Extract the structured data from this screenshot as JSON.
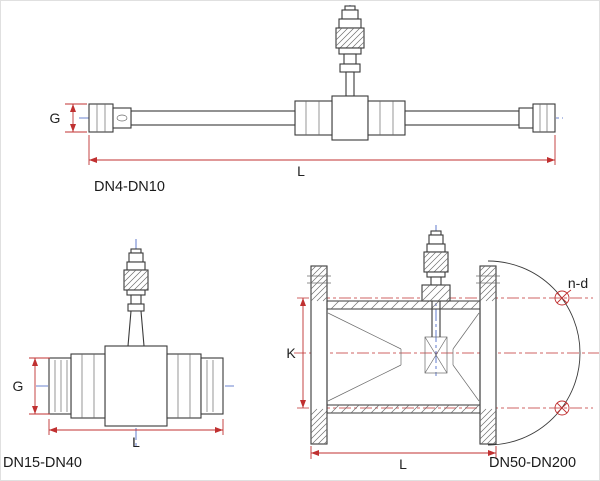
{
  "colors": {
    "line": "#3a3a3a",
    "dimension": "#c03030",
    "centerline_blue": "#3b5bc0",
    "centerline_red": "#c03030"
  },
  "views": {
    "top": {
      "name": "DN4-DN10",
      "dims": {
        "g": "G",
        "l": "L"
      }
    },
    "bottom_left": {
      "name": "DN15-DN40",
      "dims": {
        "g": "G",
        "l": "L"
      }
    },
    "bottom_right": {
      "name": "DN50-DN200",
      "dims": {
        "k": "K",
        "l": "L",
        "nd": "n-d"
      }
    }
  }
}
